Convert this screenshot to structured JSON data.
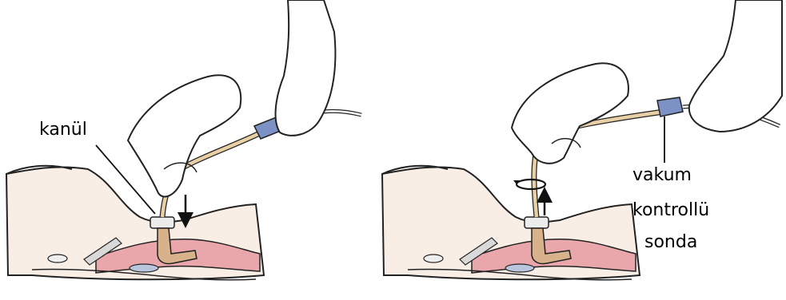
{
  "labels": {
    "cannula": "kanül",
    "suction_catheter_line1": "vakum",
    "suction_catheter_line2": "kontrollü",
    "suction_catheter_line3": "sonda"
  },
  "colors": {
    "skin": "#f9eee6",
    "outline": "#222222",
    "trachea_pink": "#e9a6ab",
    "catheter_tan": "#e8cfa6",
    "tube_tan": "#d8b28a",
    "connector_blue": "#7d92c4"
  },
  "panels": [
    {
      "side": "left",
      "motion_arrow": "down-arrow-icon"
    },
    {
      "side": "right",
      "motion_arrow": "up-arrow-icon",
      "rotation": "rotate-icon"
    }
  ]
}
